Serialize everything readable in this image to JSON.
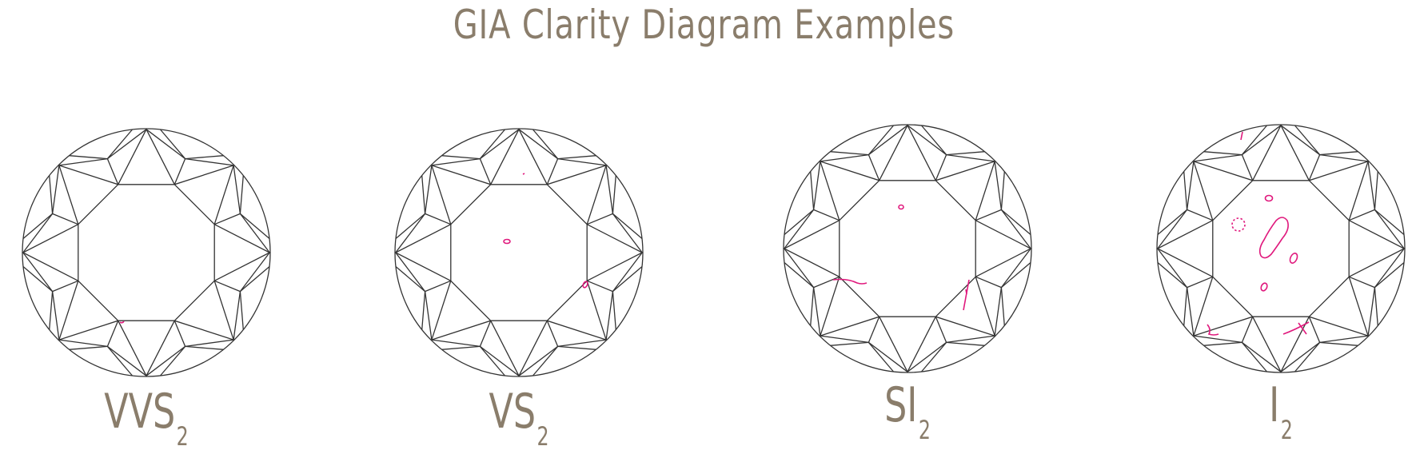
{
  "title": "GIA Clarity Diagram Examples",
  "colors": {
    "title": "#8a7d6b",
    "facet_lines": "#333333",
    "inclusions": "#e0197d"
  },
  "diagrams": [
    {
      "grade_main": "VVS",
      "grade_sub": "2"
    },
    {
      "grade_main": "VS",
      "grade_sub": "2"
    },
    {
      "grade_main": "SI",
      "grade_sub": "2"
    },
    {
      "grade_main": "I",
      "grade_sub": "2"
    }
  ]
}
